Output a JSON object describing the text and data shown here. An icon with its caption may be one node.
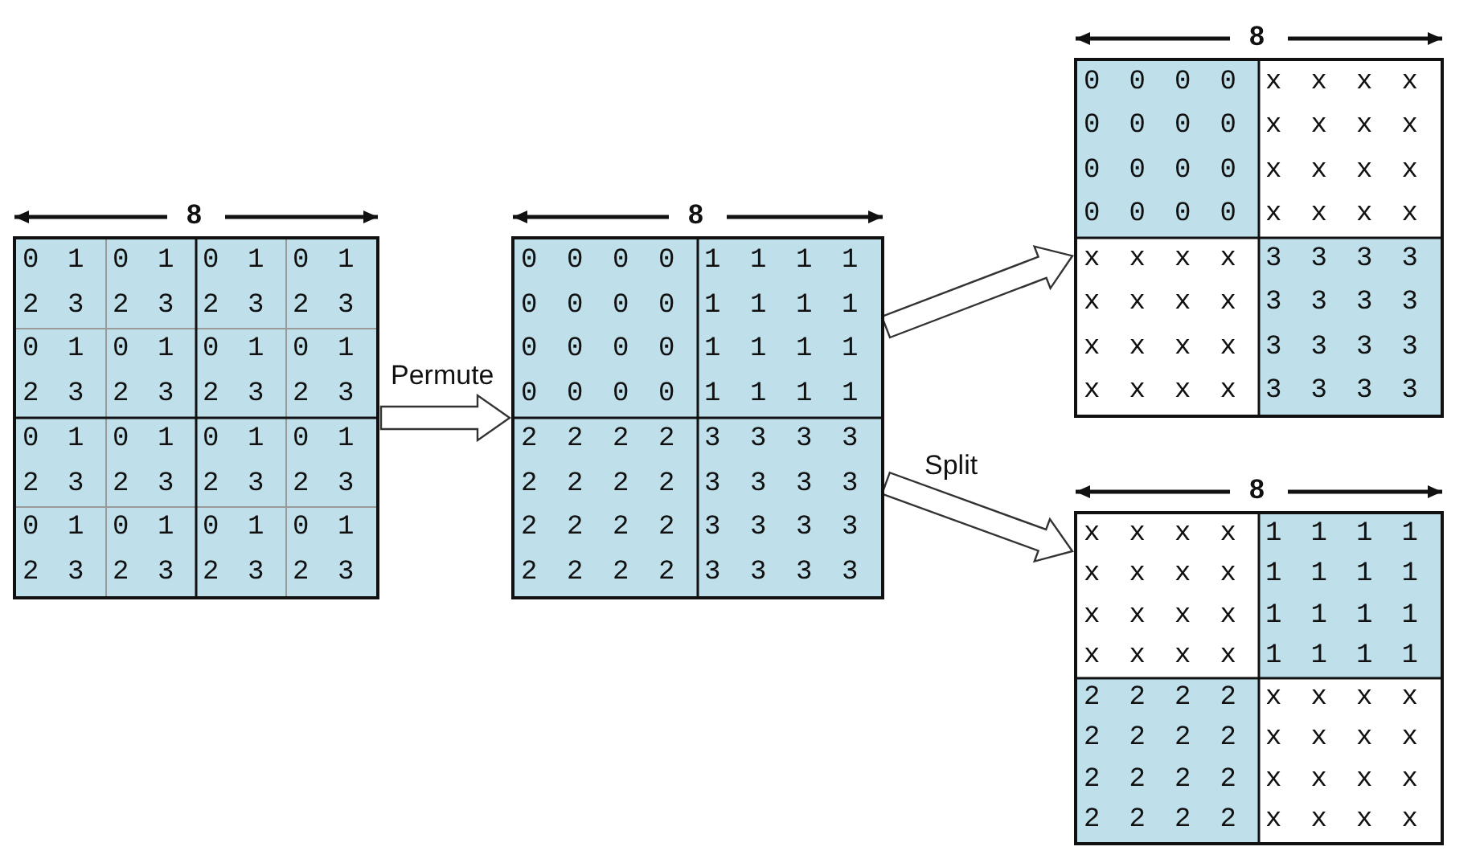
{
  "diagram": {
    "nodes": [
      {
        "text": [
          "0 1 0 1 0 1 0 1",
          "2 3 2 3 2 3 2 3",
          "0 1 0 1 0 1 0 1",
          "2 3 2 3 2 3 2 3",
          "0 1 0 1 0 1 0 1",
          "2 3 2 3 2 3 2 3",
          "0 1 0 1 0 1 0 1",
          "2 3 2 3 2 3 2 3"
        ],
        "beside": [
          "8"
        ]
      },
      {
        "text": [
          "0 0 0 0 1 1 1 1",
          "0 0 0 0 1 1 1 1",
          "0 0 0 0 1 1 1 1",
          "0 0 0 0 1 1 1 1",
          "2 2 2 2 3 3 3 3",
          "2 2 2 2 3 3 3 3",
          "2 2 2 2 3 3 3 3",
          "2 2 2 2 3 3 3 3"
        ],
        "beside": [
          "8"
        ]
      },
      {
        "text": [
          "0 0 0 0 x x x x",
          "0 0 0 0 x x x x",
          "0 0 0 0 x x x x",
          "0 0 0 0 x x x x",
          "x x x x 3 3 3 3",
          "x x x x 3 3 3 3",
          "x x x x 3 3 3 3",
          "x x x x 3 3 3 3"
        ],
        "beside": [
          "8"
        ]
      },
      {
        "text": [
          "x x x x 1 1 1 1",
          "x x x x 1 1 1 1",
          "x x x x 1 1 1 1",
          "x x x x 1 1 1 1",
          "2 2 2 2 x x x x",
          "2 2 2 2 x x x x",
          "2 2 2 2 x x x x",
          "2 2 2 2 x x x x"
        ],
        "beside": [
          "8"
        ]
      }
    ],
    "edges": [
      {
        "from": 0,
        "to": 1,
        "arrow": "to",
        "label": "Permute"
      },
      {
        "from": 1,
        "to": 2,
        "arrow": "to"
      },
      {
        "from": 1,
        "to": 3,
        "arrow": "to"
      }
    ],
    "labels": [
      "Split"
    ]
  }
}
